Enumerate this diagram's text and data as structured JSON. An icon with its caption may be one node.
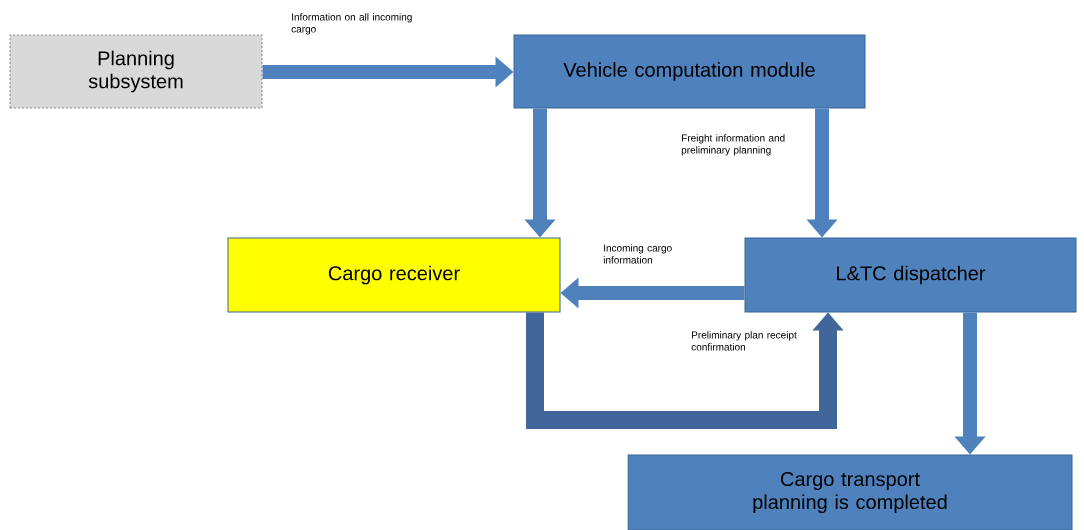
{
  "diagram": {
    "nodes": [
      {
        "text": [
          "Planning subsystem"
        ]
      },
      {
        "text": [
          "Vehicle computation module"
        ]
      },
      {
        "text": [
          "Cargo receiver"
        ]
      },
      {
        "text": [
          "L&TC dispatcher"
        ]
      },
      {
        "text": [
          "Cargo transport planning is completed"
        ]
      }
    ],
    "edges": [
      {
        "from": 0,
        "to": 1,
        "arrow": "to",
        "label": "Information on all incoming cargo"
      },
      {
        "from": 1,
        "to": 2,
        "arrow": "to"
      },
      {
        "from": 1,
        "to": 3,
        "arrow": "to",
        "label": "Freight information and preliminary planning"
      },
      {
        "from": 3,
        "to": 2,
        "arrow": "to",
        "label": "Incoming cargo information"
      },
      {
        "from": 2,
        "to": 3,
        "arrow": "to",
        "label": "Preliminary plan receipt confirmation",
        "color": "#41679a"
      },
      {
        "from": 3,
        "to": 4,
        "arrow": "to"
      }
    ]
  }
}
